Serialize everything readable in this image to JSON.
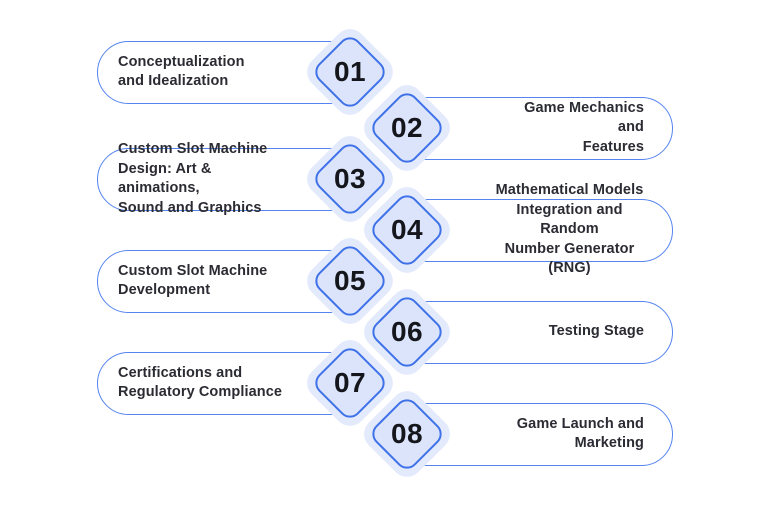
{
  "diagram": {
    "type": "process-flow",
    "topic": "Slot game development stages",
    "colors": {
      "background": "#ffffff",
      "pill_border": "#5584ef",
      "pill_fill": "#ffffff",
      "label_text": "#2b2b33",
      "diamond_fill": "#dbe4fa",
      "diamond_border": "#3f72e8",
      "diamond_halo": "#e3eafc",
      "number_text": "#15151c"
    }
  },
  "steps": [
    {
      "number": "01",
      "side": "left",
      "label": "Conceptualization and Idealization",
      "lines": [
        "Conceptualization",
        "and Idealization"
      ]
    },
    {
      "number": "02",
      "side": "right",
      "label": "Game Mechanics and Features",
      "lines": [
        "Game Mechanics and",
        "Features"
      ]
    },
    {
      "number": "03",
      "side": "left",
      "label": "Custom Slot Machine Design: Art & animations, Sound and Graphics",
      "lines": [
        "Custom Slot Machine",
        "Design: Art & animations,",
        "Sound and Graphics"
      ]
    },
    {
      "number": "04",
      "side": "right",
      "label": "Mathematical Models Integration and Random Number Generator (RNG)",
      "lines": [
        "Mathematical Models",
        "Integration and Random",
        "Number Generator (RNG)"
      ]
    },
    {
      "number": "05",
      "side": "left",
      "label": "Custom Slot Machine Development",
      "lines": [
        "Custom Slot Machine",
        "Development"
      ]
    },
    {
      "number": "06",
      "side": "right",
      "label": "Testing Stage",
      "lines": [
        "Testing Stage"
      ]
    },
    {
      "number": "07",
      "side": "left",
      "label": "Certifications and Regulatory Compliance",
      "lines": [
        "Certifications and",
        "Regulatory Compliance"
      ]
    },
    {
      "number": "08",
      "side": "right",
      "label": "Game Launch and Marketing",
      "lines": [
        "Game Launch and",
        "Marketing"
      ]
    }
  ]
}
